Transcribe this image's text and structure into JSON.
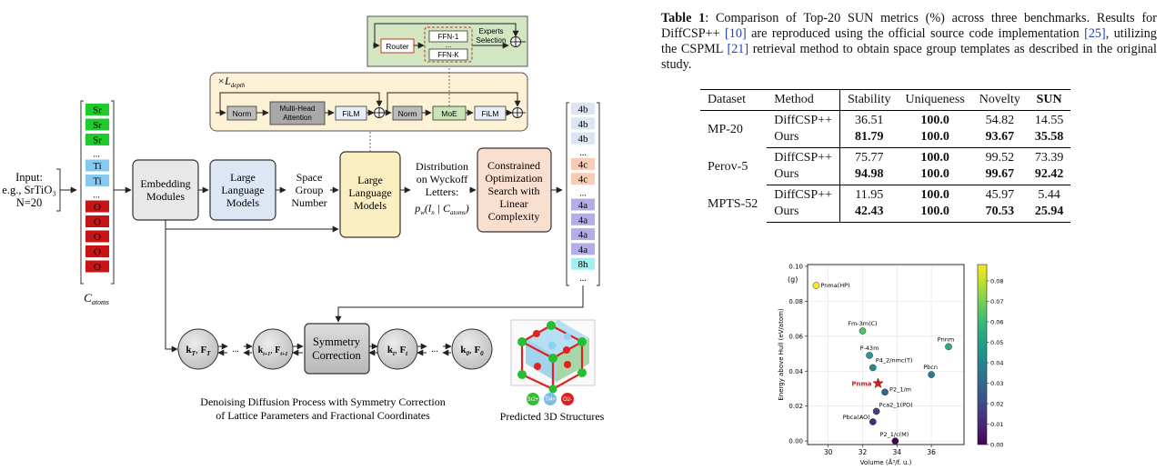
{
  "figure": {
    "input_label": "Input:",
    "input_example": "e.g., SrTiO₃",
    "input_n": "N=20",
    "atoms": [
      "Sr",
      "Sr",
      "Sr",
      "...",
      "Ti",
      "Ti",
      "...",
      "O",
      "O",
      "O",
      "O",
      "O"
    ],
    "atoms_caption_C": "C",
    "atoms_caption_sub": "atoms",
    "embedding": [
      "Embedding",
      "Modules"
    ],
    "llm1": [
      "Large",
      "Language",
      "Models"
    ],
    "space_group": [
      "Space",
      "Group",
      "Number"
    ],
    "llm2": [
      "Large",
      "Language",
      "Models"
    ],
    "wyckoff": [
      "Distribution",
      "on Wyckoff",
      "Letters:"
    ],
    "wyckoff_formula": "p",
    "wyckoff_formula_sub": "w",
    "wyckoff_formula_rest": "(l",
    "wyckoff_formula_l_sub": "n",
    "wyckoff_formula_cond": " | C",
    "wyckoff_formula_c_sub": "atoms",
    "wyckoff_formula_end": ")",
    "constrained": [
      "Constrained",
      "Optimization",
      "Search with",
      "Linear",
      "Complexity"
    ],
    "wyckoff_out": [
      "4b",
      "4b",
      "4b",
      "...",
      "4c",
      "4c",
      "...",
      "4a",
      "4a",
      "4a",
      "4a",
      "8h",
      "..."
    ],
    "transformer_label": "×L",
    "transformer_sub": "depth",
    "norm1": "Norm",
    "mha": [
      "Multi-Head",
      "Attention"
    ],
    "film1": "FiLM",
    "norm2": "Norm",
    "moe": "MoE",
    "film2": "FiLM",
    "router": "Router",
    "ffn1": "FFN-1",
    "ffn_dots": "...",
    "ffnk": "FFN-K",
    "experts": [
      "Experts",
      "Selection"
    ],
    "diffusion_nodes": [
      {
        "k": "k",
        "ks": "T",
        "f": "F",
        "fs": "T"
      },
      {
        "k": "k",
        "ks": "t+1",
        "f": "F",
        "fs": "t+1"
      },
      {
        "k": "k",
        "ks": "t",
        "f": "F",
        "fs": "t"
      },
      {
        "k": "k",
        "ks": "0",
        "f": "F",
        "fs": "0"
      }
    ],
    "symmetry": [
      "Symmetry",
      "Correction"
    ],
    "ellipsis": "...",
    "diffusion_caption": [
      "Denoising Diffusion Process with Symmetry Correction",
      "of Lattice Parameters and Fractional Coordinates"
    ],
    "legend_ions": [
      "Sr2+",
      "Ti4+",
      "O2-"
    ],
    "structures_caption": "Predicted 3D Structures"
  },
  "caption": {
    "label": "Table 1",
    "t1": ": Comparison of Top-20 SUN metrics (%) across three benchmarks. Results for DiffCSP++ ",
    "c1": "[10]",
    "t2": " are reproduced using the official source code implementation ",
    "c2": "[25]",
    "t3": ", utilizing the CSPML ",
    "c3": "[21]",
    "t4": " retrieval method to obtain space group templates as described in the original study."
  },
  "table": {
    "headers": [
      "Dataset",
      "Method",
      "Stability",
      "Uniqueness",
      "Novelty",
      "SUN"
    ],
    "groups": [
      {
        "dataset": "MP-20",
        "rows": [
          {
            "method": "DiffCSP++",
            "values": [
              "36.51",
              "100.0",
              "54.82",
              "14.55"
            ],
            "bold": [
              false,
              true,
              false,
              false
            ]
          },
          {
            "method": "Ours",
            "values": [
              "81.79",
              "100.0",
              "93.67",
              "35.58"
            ],
            "bold": [
              true,
              true,
              true,
              true
            ]
          }
        ]
      },
      {
        "dataset": "Perov-5",
        "rows": [
          {
            "method": "DiffCSP++",
            "values": [
              "75.77",
              "100.0",
              "99.52",
              "73.39"
            ],
            "bold": [
              false,
              true,
              false,
              false
            ]
          },
          {
            "method": "Ours",
            "values": [
              "94.98",
              "100.0",
              "99.67",
              "92.42"
            ],
            "bold": [
              true,
              true,
              true,
              true
            ]
          }
        ]
      },
      {
        "dataset": "MPTS-52",
        "rows": [
          {
            "method": "DiffCSP++",
            "values": [
              "11.95",
              "100.0",
              "45.97",
              "5.44"
            ],
            "bold": [
              false,
              true,
              false,
              false
            ]
          },
          {
            "method": "Ours",
            "values": [
              "42.43",
              "100.0",
              "70.53",
              "25.94"
            ],
            "bold": [
              true,
              true,
              true,
              true
            ]
          }
        ]
      }
    ]
  },
  "chart_data": {
    "type": "scatter",
    "panel_label": "(g)",
    "xlabel": "Volume (Å³/f. u.)",
    "ylabel": "Energy above Hull (eV/atom)",
    "xlim": [
      28.8,
      37.9
    ],
    "ylim": [
      -0.002,
      0.101
    ],
    "xticks": [
      30,
      32,
      34,
      36
    ],
    "yticks": [
      0.0,
      0.02,
      0.04,
      0.06,
      0.08,
      0.1
    ],
    "ytick_labels": [
      "0.00",
      "0.02",
      "0.04",
      "0.06",
      "0.08",
      "0.10"
    ],
    "colorbar": {
      "min": 0.0,
      "max": 0.088,
      "ticks": [
        "0.00",
        "0.01",
        "0.02",
        "0.03",
        "0.04",
        "0.05",
        "0.06",
        "0.07",
        "0.08"
      ],
      "colormap": "viridis"
    },
    "grid": true,
    "points": [
      {
        "label": "Pnma(HP)",
        "x": 29.3,
        "y": 0.089
      },
      {
        "label": "Fm-3m(C)",
        "x": 32.0,
        "y": 0.063
      },
      {
        "label": "Pnnm",
        "x": 37.0,
        "y": 0.054
      },
      {
        "label": "P-43m",
        "x": 32.4,
        "y": 0.049
      },
      {
        "label": "P4_2/nmc(T)",
        "x": 32.6,
        "y": 0.042
      },
      {
        "label": "Pbcn",
        "x": 36.0,
        "y": 0.038
      },
      {
        "label": "P2_1/m",
        "x": 33.3,
        "y": 0.028
      },
      {
        "label": "Pca2_1(PO)",
        "x": 32.8,
        "y": 0.017
      },
      {
        "label": "Pbca(AO)",
        "x": 32.6,
        "y": 0.011
      },
      {
        "label": "P2_1/c(M)",
        "x": 33.9,
        "y": 0.0
      }
    ],
    "highlight": {
      "label": "Pnma",
      "x": 32.9,
      "y": 0.033,
      "color": "#d42020"
    }
  }
}
